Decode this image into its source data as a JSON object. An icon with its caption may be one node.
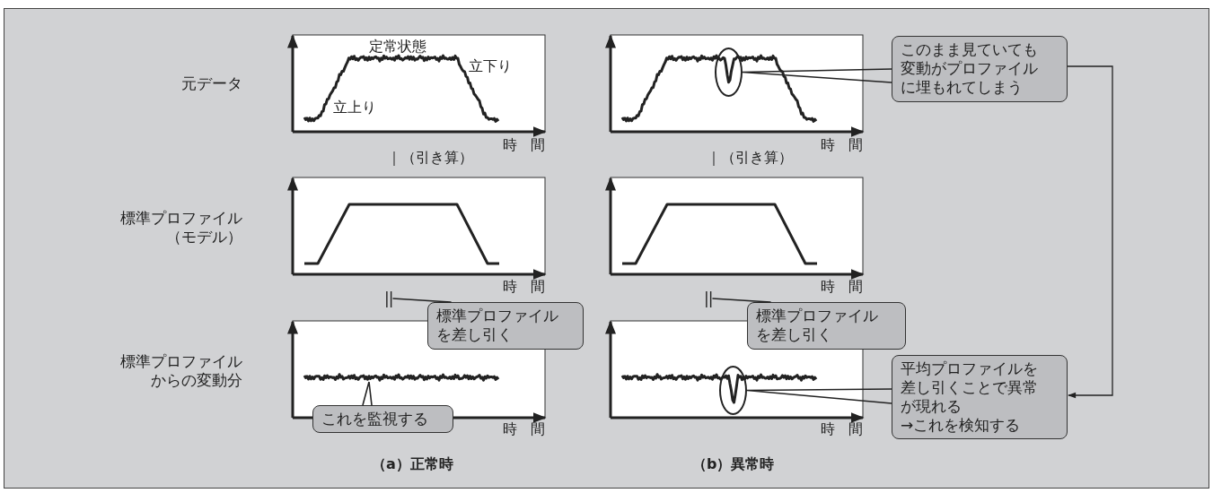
{
  "diagram": {
    "nodes": [
      {
        "text": [],
        "shape": "circle"
      },
      {
        "text": [
          "このまま見ていても変動がプロファイルに埋もれてしまう"
        ]
      },
      {
        "text": [
          "||"
        ]
      },
      {
        "text": [
          "標準プロファイルを差し引く"
        ]
      },
      {
        "text": [
          "||"
        ]
      },
      {
        "text": [
          "標準プロファイルを差し引く"
        ]
      },
      {
        "text": [],
        "shape": "circle"
      },
      {
        "text": [
          "平均プロファイルを差し引くことで異常が現れる",
          "→これを検知する"
        ]
      },
      {
        "text": [
          "これを監視する"
        ]
      }
    ],
    "edges": [
      {
        "from": 1,
        "to": 0,
        "arrow": "none"
      },
      {
        "from": 3,
        "to": 2,
        "arrow": "none"
      },
      {
        "from": 5,
        "to": 4,
        "arrow": "none"
      },
      {
        "from": 7,
        "to": 6,
        "arrow": "none"
      },
      {
        "from": 8,
        "to": null,
        "arrow": "none"
      },
      {
        "from": 1,
        "to": 7,
        "arrow": "to"
      }
    ],
    "labels": [
      "元データ",
      "標準プロファイル（モデル）",
      "標準プロファイルからの変動分",
      "定常状態",
      "立下り",
      "立上り",
      "時 間",
      "時 間",
      "時 間",
      "時 間",
      "時 間",
      "時 間",
      "｜（引き算）",
      "｜（引き算）",
      "（a）正常時",
      "（b）異常時"
    ]
  }
}
